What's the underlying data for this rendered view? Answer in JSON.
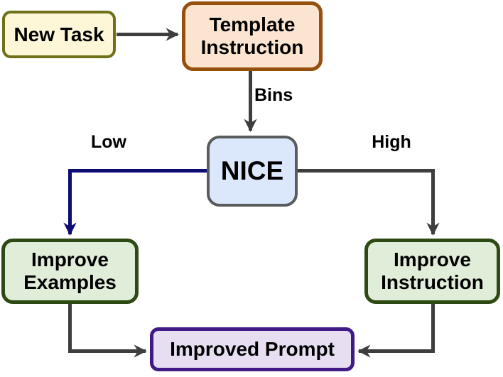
{
  "diagram": {
    "nodes": {
      "new_task": {
        "label": "New Task",
        "fill": "#FDF7D8",
        "border": "#6F7119"
      },
      "template_instruction": {
        "label": "Template Instruction",
        "fill": "#FBE5D0",
        "border": "#964F0D"
      },
      "nice": {
        "label": "NICE",
        "fill": "#DBE8FB",
        "border": "#595B5D"
      },
      "improve_examples": {
        "label": "Improve Examples",
        "fill": "#E0EDD8",
        "border": "#2E4A14"
      },
      "improve_instruction": {
        "label": "Improve Instruction",
        "fill": "#E0EDD8",
        "border": "#2E4A14"
      },
      "improved_prompt": {
        "label": "Improved Prompt",
        "fill": "#E7DFF1",
        "border": "#401A85"
      }
    },
    "edge_labels": {
      "bins": "Bins",
      "low": "Low",
      "high": "High"
    },
    "colors": {
      "arrow": "#3E3E3E",
      "arrow_low": "#0C0C72",
      "text": "#000000",
      "background": "#FFFFFF"
    }
  }
}
